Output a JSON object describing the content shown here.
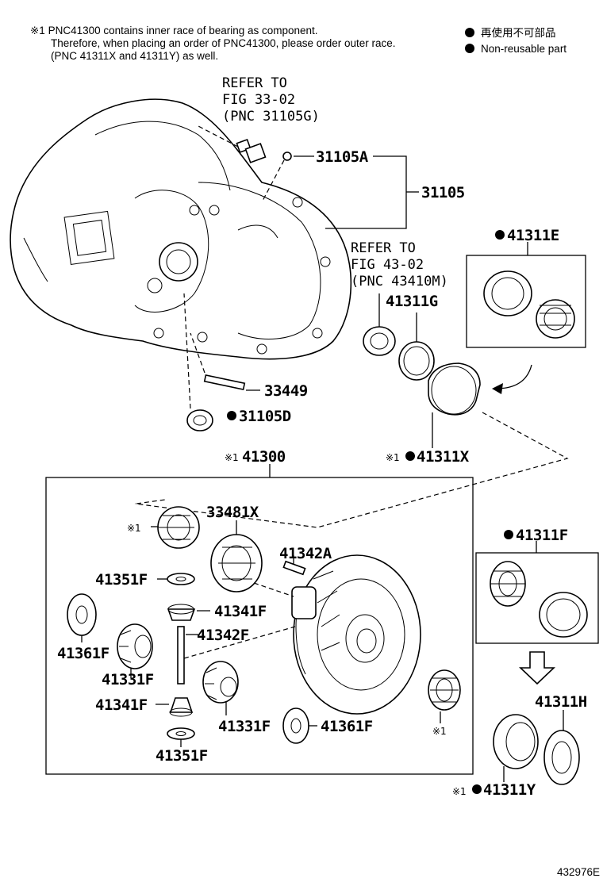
{
  "notes": {
    "line1": "※1 PNC41300 contains inner race of bearing as component.",
    "line2": "Therefore, when placing an order of PNC41300, please order outer race.",
    "line3": "(PNC 41311X and 41311Y) as well."
  },
  "legend": {
    "jp": "再使用不可部品",
    "en": "Non-reusable part"
  },
  "refs": {
    "fig33_l1": "REFER TO",
    "fig33_l2": "FIG 33-02",
    "fig33_l3": "(PNC 31105G)",
    "fig43_l1": "REFER TO",
    "fig43_l2": "FIG 43-02",
    "fig43_l3": "(PNC 43410M)"
  },
  "labels": {
    "p31105A": "31105A",
    "p31105": "31105",
    "p33449": "33449",
    "p31105D": "31105D",
    "p41311E": "41311E",
    "p41311G": "41311G",
    "p41311X": "41311X",
    "p41300": "41300",
    "p33481X": "33481X",
    "p41342A": "41342A",
    "p41351F_a": "41351F",
    "p41341F_a": "41341F",
    "p41342F": "41342F",
    "p41361F_a": "41361F",
    "p41331F_a": "41331F",
    "p41341F_b": "41341F",
    "p41331F_b": "41331F",
    "p41361F_b": "41361F",
    "p41351F_b": "41351F",
    "p41311F": "41311F",
    "p41311H": "41311H",
    "p41311Y": "41311Y",
    "mark1": "※1",
    "mark1_b": "※1",
    "mark1_c": "※1",
    "mark1_d": "※1",
    "mark1_e": "※1"
  },
  "footer": {
    "code": "432976E"
  }
}
